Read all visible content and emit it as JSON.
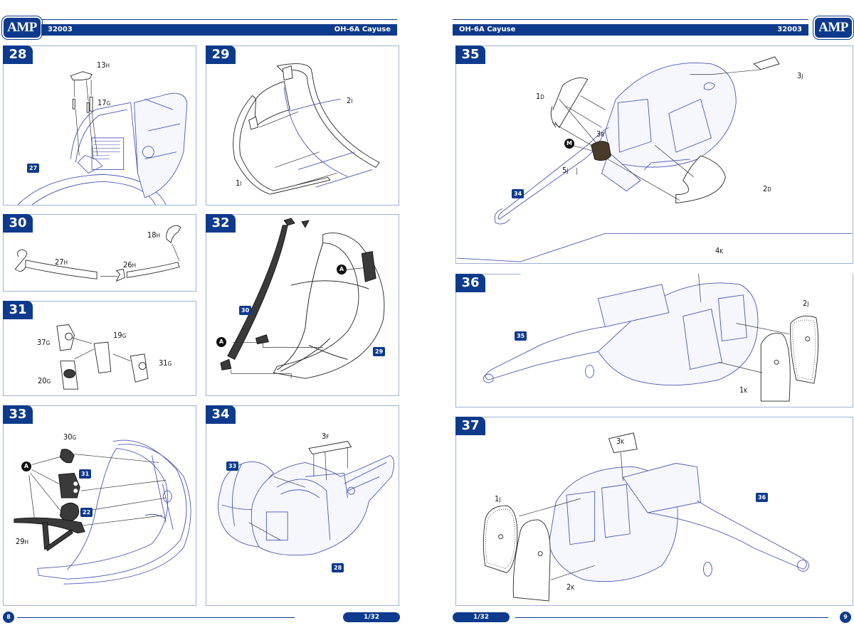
{
  "brand": {
    "logo": "AMP",
    "color_primary": "#0d3a8c"
  },
  "left_page": {
    "header": {
      "kit_number": "32003",
      "model_name": "OH-6A Cayuse"
    },
    "footer": {
      "page_number": "8",
      "scale": "1/32"
    },
    "steps": [
      {
        "number": "28",
        "parts": [
          {
            "num": "13",
            "letter": "H"
          },
          {
            "num": "17",
            "letter": "G"
          }
        ],
        "refs": [
          "27"
        ]
      },
      {
        "number": "29",
        "parts": [
          {
            "num": "2",
            "letter": "I"
          },
          {
            "num": "1",
            "letter": "I"
          }
        ],
        "refs": []
      },
      {
        "number": "30",
        "parts": [
          {
            "num": "18",
            "letter": "H"
          },
          {
            "num": "27",
            "letter": "H"
          },
          {
            "num": "26",
            "letter": "H"
          }
        ],
        "refs": []
      },
      {
        "number": "31",
        "parts": [
          {
            "num": "37",
            "letter": "G"
          },
          {
            "num": "19",
            "letter": "G"
          },
          {
            "num": "20",
            "letter": "G"
          },
          {
            "num": "31",
            "letter": "G"
          }
        ],
        "refs": []
      },
      {
        "number": "32",
        "parts": [],
        "refs": [
          "30",
          "29"
        ],
        "callouts": [
          "A",
          "A"
        ]
      },
      {
        "number": "33",
        "parts": [
          {
            "num": "30",
            "letter": "G"
          },
          {
            "num": "29",
            "letter": "H"
          }
        ],
        "refs": [
          "31",
          "22"
        ],
        "callouts": [
          "A"
        ]
      },
      {
        "number": "34",
        "parts": [
          {
            "num": "3",
            "letter": "F"
          }
        ],
        "refs": [
          "33",
          "28"
        ]
      }
    ]
  },
  "right_page": {
    "header": {
      "kit_number": "32003",
      "model_name": "OH-6A Cayuse"
    },
    "footer": {
      "page_number": "9",
      "scale": "1/32"
    },
    "steps": [
      {
        "number": "35",
        "parts": [
          {
            "num": "3",
            "letter": "J"
          },
          {
            "num": "1",
            "letter": "D"
          },
          {
            "num": "3",
            "letter": "R"
          },
          {
            "num": "5",
            "letter": "J"
          },
          {
            "num": "2",
            "letter": "D"
          }
        ],
        "refs": [
          "34"
        ],
        "callouts": [
          "M"
        ]
      },
      {
        "number": "36",
        "parts": [
          {
            "num": "4",
            "letter": "K"
          },
          {
            "num": "2",
            "letter": "J"
          },
          {
            "num": "1",
            "letter": "K"
          }
        ],
        "refs": [
          "35"
        ]
      },
      {
        "number": "37",
        "parts": [
          {
            "num": "3",
            "letter": "K"
          },
          {
            "num": "1",
            "letter": "J"
          },
          {
            "num": "2",
            "letter": "K"
          }
        ],
        "refs": [
          "36"
        ]
      }
    ]
  }
}
